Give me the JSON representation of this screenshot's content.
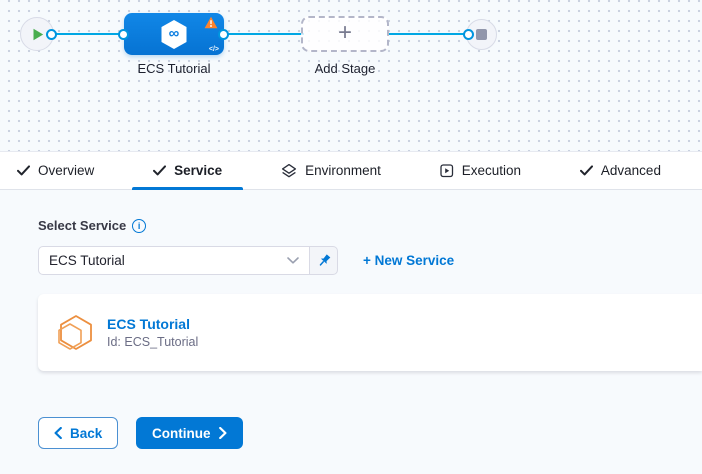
{
  "canvas": {
    "stage_name": "ECS Tutorial",
    "add_stage_label": "Add Stage",
    "add_plus_glyph": "+",
    "code_glyph": "</>",
    "infinity_glyph": "∞"
  },
  "tabs": {
    "overview": "Overview",
    "service": "Service",
    "environment": "Environment",
    "execution": "Execution",
    "advanced": "Advanced"
  },
  "form": {
    "select_service_label": "Select Service",
    "info_glyph": "i",
    "service_dropdown_value": "ECS Tutorial",
    "new_service_link": "+ New Service"
  },
  "service_card": {
    "title": "ECS Tutorial",
    "id_line": "Id: ECS_Tutorial"
  },
  "footer": {
    "back_label": "Back",
    "continue_label": "Continue"
  },
  "colors": {
    "primary_blue": "#0278d5",
    "connector_blue": "#00a7e4",
    "stage_blue": "#0b7de0",
    "warning_orange": "#ff832b",
    "success_green": "#4aae4f",
    "content_background": "#f7fafd"
  }
}
